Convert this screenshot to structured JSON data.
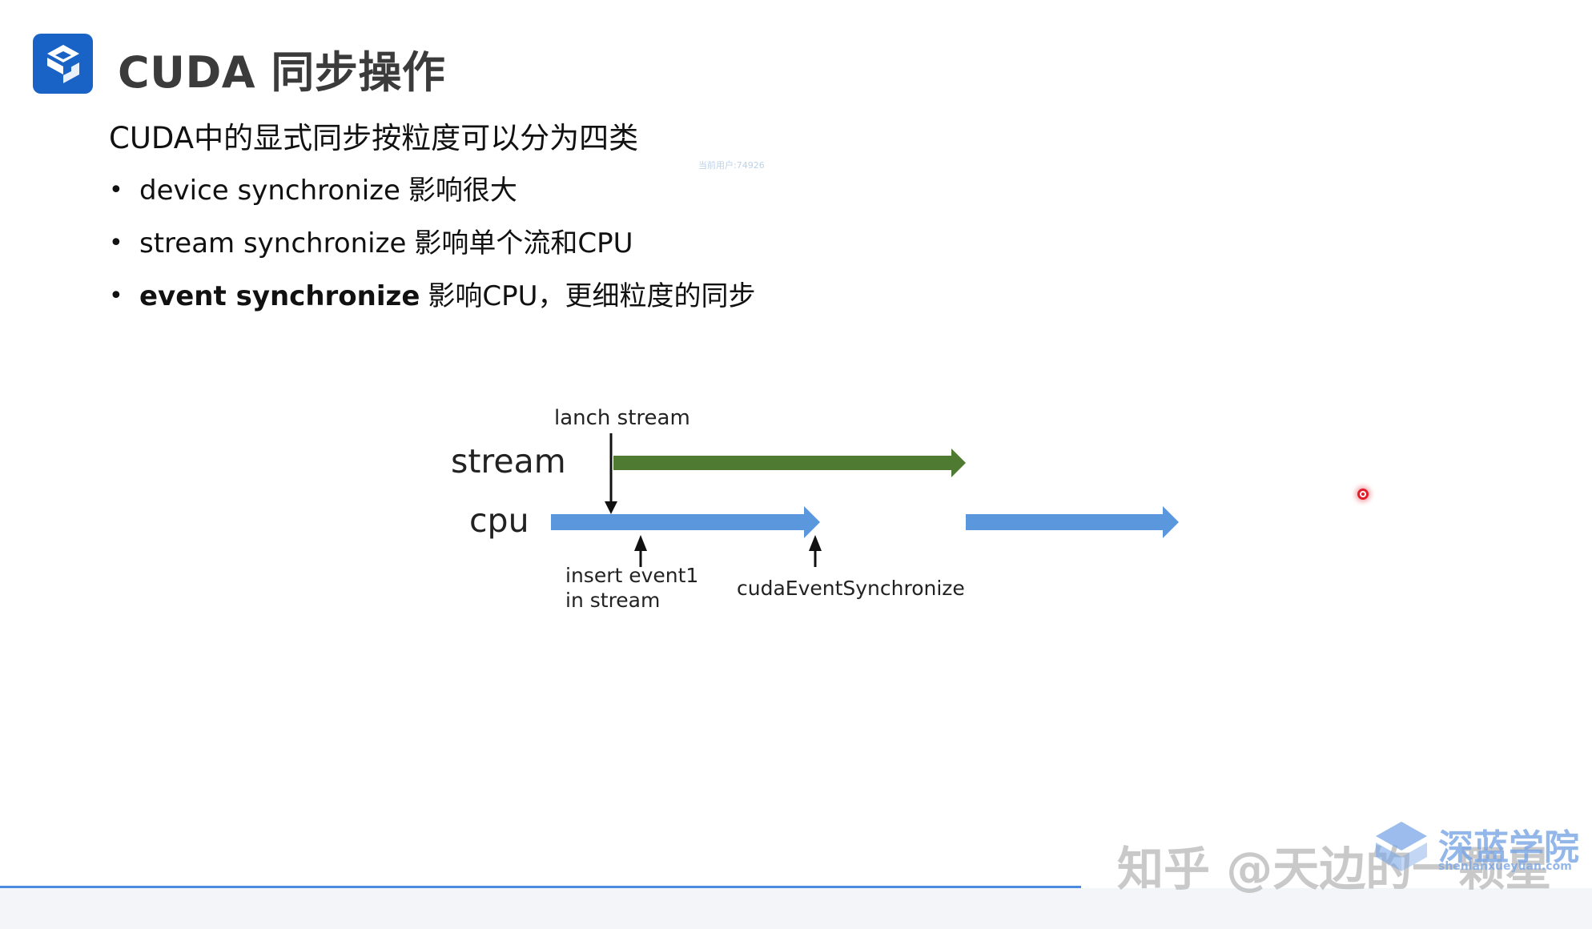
{
  "header": {
    "title": "CUDA 同步操作",
    "logo_icon": "s-logo-icon"
  },
  "content": {
    "subtitle": "CUDA中的显式同步按粒度可以分为四类",
    "tiny_mark": "当前用户:74926",
    "bullets": [
      {
        "term": "device synchronize",
        "desc": "影响很大",
        "bold": false
      },
      {
        "term": "stream synchronize",
        "desc": "影响单个流和CPU",
        "bold": false
      },
      {
        "term": "event synchronize",
        "desc": "影响CPU，更细粒度的同步",
        "bold": true
      }
    ]
  },
  "diagram": {
    "rows": {
      "stream": "stream",
      "cpu": "cpu"
    },
    "labels": {
      "lanch": "lanch stream",
      "insert_line1": "insert event1",
      "insert_line2": "in stream",
      "sync": "cudaEventSynchronize"
    },
    "colors": {
      "stream_arrow": "#4f7a31",
      "cpu_arrow": "#5b97dc",
      "marker_arrow": "#111111"
    }
  },
  "footer": {
    "watermark": "知乎 @天边的一颗星",
    "brand_name": "深蓝学院",
    "brand_url": "shenlanxueyuan.com",
    "accent": "#4a8be0"
  }
}
